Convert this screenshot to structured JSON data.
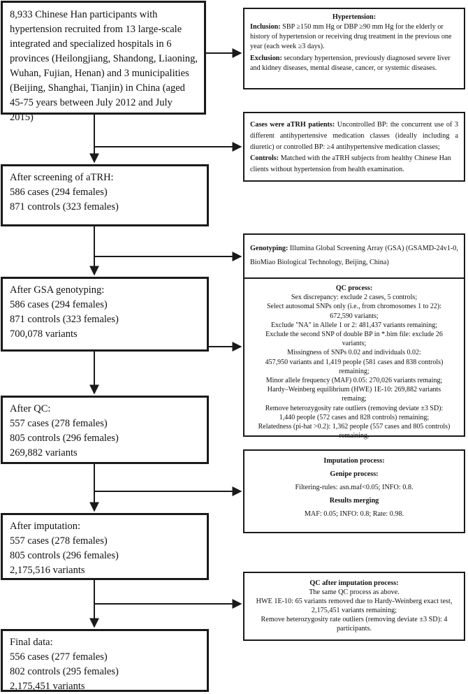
{
  "flow": {
    "start": "8,933 Chinese Han participants with hypertension recruited from 13 large-scale integrated and specialized hospitals in 6 provinces (Heilongjiang, Shandong, Liaoning, Wuhan, Fujian, Henan) and 3 municipalities (Beijing, Shanghai, Tianjin) in China (aged 45-75 years between July 2012 and July 2015)",
    "screening": {
      "title": "After screening of aTRH:",
      "cases": "586 cases (294 females)",
      "controls": "871 controls (323 females)"
    },
    "gsa": {
      "title": "After GSA genotyping:",
      "cases": "586 cases (294 females)",
      "controls": "871 controls (323 females)",
      "variants": "700,078 variants"
    },
    "qc": {
      "title": "After QC:",
      "cases": "557 cases (278 females)",
      "controls": "805 controls (296 females)",
      "variants": "269,882 variants"
    },
    "imputation": {
      "title": "After imputation:",
      "cases": "557 cases (278 females)",
      "controls": "805 controls (296 females)",
      "variants": "2,175,516 variants"
    },
    "final": {
      "title": "Final data:",
      "cases": "556 cases (277 females)",
      "controls": "802 controls (295 females)",
      "variants": "2,175,451 variants"
    }
  },
  "side": {
    "hypertension": {
      "title": "Hypertension:",
      "inclusion_label": "Inclusion:",
      "inclusion": "SBP ≥150 mm Hg or DBP ≥90 mm Hg for the elderly or history of hypertension or receiving drug treatment in the previous one year (each week ≥3 days).",
      "exclusion_label": "Exclusion:",
      "exclusion": "secondary hypertension, previously diagnosed severe liver and kidney diseases, mental disease, cancer, or systemic diseases."
    },
    "cases": {
      "cases_label": "Cases were aTRH patients:",
      "cases_text": "Uncontrolled BP: the concurrent use of 3 different antihypertensive medication classes (ideally including a diuretic) or controlled BP: ≥4 antihypertensive medication classes;",
      "controls_label": "Controls:",
      "controls_text": "Matched with the aTRH subjects from healthy Chinese Han clients without hypertension from health examination."
    },
    "genotyping": {
      "label": "Genotyping:",
      "text": "Illumina Global Screening Array (GSA) (GSAMD-24v1-0, BioMiao Biological Technology, Beijing, China)"
    },
    "qc": {
      "title": "QC process:",
      "lines": [
        "Sex discrepancy: exclude 2 cases, 5 controls;",
        "Select autosomal SNPs only (i.e., from chromosomes 1 to 22):",
        "672,590 variants;",
        "Exclude \"NA\" in Allele 1 or 2: 481,437 variants remaining;",
        "Exclude the second SNP of double BP in *.bim file: exclude 26",
        "variants;",
        "Missingness of SNPs 0.02 and individuals 0.02:",
        "457,950 variants and 1,419 people (581 cases and 838 controls)",
        "remaining;",
        "Minor allele frequency (MAF) 0.05: 270,026 variants remaing;",
        "Hardy–Weinberg equilibrium (HWE) 1E-10: 269,882 variants",
        "remaing;",
        "Remove heterozygosity rate outliers (removing deviate ±3 SD):",
        "1,440 people (572 cases and 828 controls) remaining;",
        "Relatedness (pi-hat >0.2): 1,362 people (557 cases and 805 controls)",
        "remaining."
      ]
    },
    "imputation": {
      "title": "Imputation process:",
      "genipe_title": "Genipe process:",
      "filtering": "Filtering-rules: asn.maf<0.05; INFO: 0.8.",
      "merging_title": "Results merging",
      "merging": "MAF: 0.05; INFO: 0.8; Rate: 0.98."
    },
    "qc_after": {
      "title": "QC after imputation process:",
      "lines": [
        "The same QC process as above.",
        "HWE 1E-10: 65 variants removed due to Hardy-Weinberg exact test,",
        "2,175,451 variants remaining;",
        "Remove heterozygosity rate outliers (removing deviate ±3 SD): 4",
        "participants."
      ]
    }
  }
}
